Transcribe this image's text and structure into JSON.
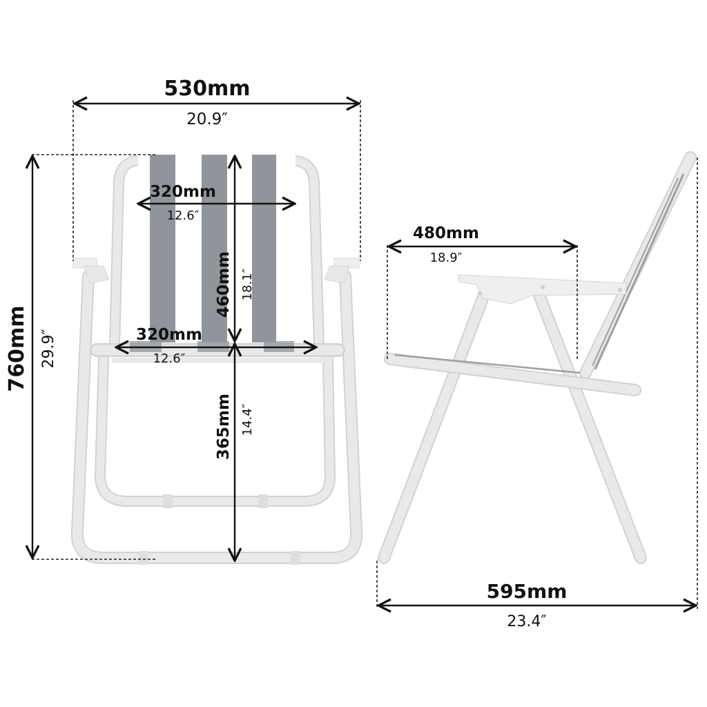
{
  "diagram": {
    "subject": "Folding chair dimensions",
    "views": [
      "front",
      "side"
    ],
    "fabric_stripe_color": "#8f959b",
    "frame_color": "#ececec"
  },
  "dimensions": {
    "overall_width": {
      "mm": "530mm",
      "inch": "20.9″"
    },
    "overall_height": {
      "mm": "760mm",
      "inch": "29.9″"
    },
    "backrest_width": {
      "mm": "320mm",
      "inch": "12.6″"
    },
    "backrest_height": {
      "mm": "460mm",
      "inch": "18.1″"
    },
    "seat_width": {
      "mm": "320mm",
      "inch": "12.6″"
    },
    "seat_height": {
      "mm": "365mm",
      "inch": "14.4″"
    },
    "seat_depth": {
      "mm": "480mm",
      "inch": "18.9″"
    },
    "overall_depth": {
      "mm": "595mm",
      "inch": "23.4″"
    }
  }
}
